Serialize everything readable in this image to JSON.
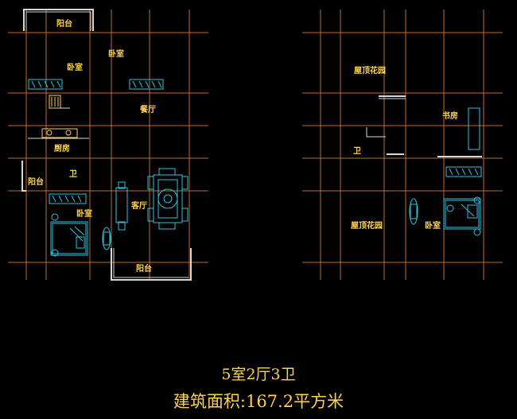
{
  "colors": {
    "background": "#000000",
    "grid": "#c46a2a",
    "wall": "#d8d8d8",
    "furniture": "#2ec3e0",
    "label": "#ffd24a"
  },
  "left_plan": {
    "rooms": {
      "balcony_top": "阳台",
      "bedroom_a": "卧室",
      "bedroom_b": "卧室",
      "dining": "餐厅",
      "kitchen": "厨房",
      "balcony_left": "阳台",
      "bathroom": "卫",
      "living": "客厅",
      "bedroom_c": "卧室",
      "balcony_bottom": "阳台"
    }
  },
  "right_plan": {
    "rooms": {
      "roof_garden_top": "屋顶花园",
      "study": "书房",
      "bathroom": "卫",
      "roof_garden_bottom": "屋顶花园",
      "bedroom": "卧室"
    }
  },
  "summary": "5室2厅3卫",
  "area": "建筑面积:167.2平方米"
}
